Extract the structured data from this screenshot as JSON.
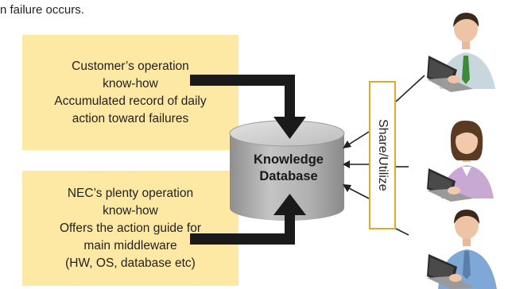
{
  "caption": "n failure occurs.",
  "customer_box": {
    "lines": [
      "Customer’s operation",
      "know-how",
      "Accumulated record of daily",
      "action toward failures"
    ]
  },
  "nec_box": {
    "lines": [
      "NEC’s plenty operation",
      "know-how",
      "Offers the action guide for",
      "main middleware",
      "(HW, OS, database etc)"
    ]
  },
  "database": {
    "line1": "Knowledge",
    "line2": "Database"
  },
  "share_label": "Share/Utilize",
  "colors": {
    "box_fill": "#fde9a3",
    "share_border": "#e6a821",
    "arrow": "#1a1a1a",
    "cylinder": "#a8a8a8"
  },
  "people": [
    {
      "icon": "businessman-laptop-icon",
      "shirt": "#c8d6de",
      "tie": "#3f8a3a"
    },
    {
      "icon": "businesswoman-laptop-icon",
      "shirt": "#c9a8d4"
    },
    {
      "icon": "businessman-blue-shirt-laptop-icon",
      "shirt": "#7fa8d6",
      "tie": "#5a7fa8"
    }
  ]
}
